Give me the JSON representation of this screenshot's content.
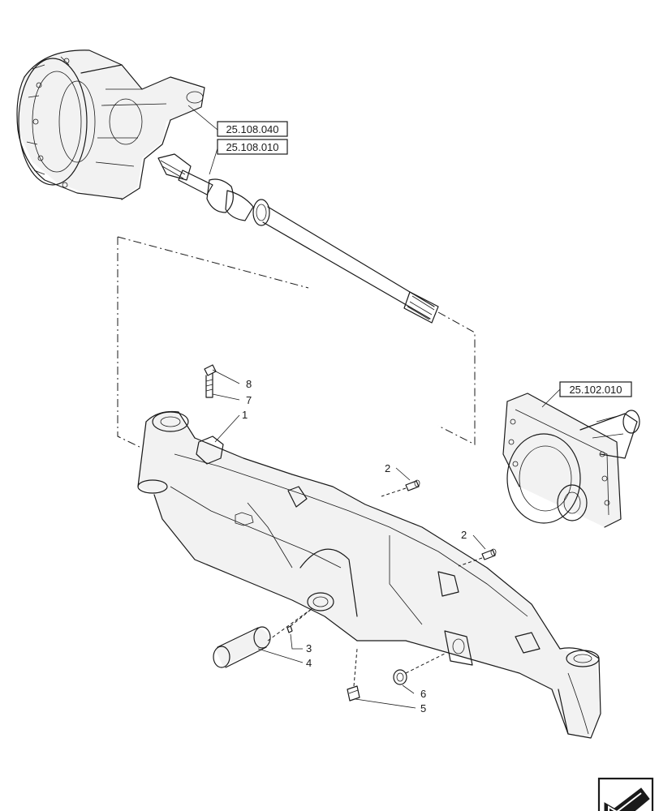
{
  "references": {
    "steering_knuckle": "25.108.040",
    "drive_shaft": "25.108.010",
    "differential": "25.102.010"
  },
  "callouts": {
    "c1": "1",
    "c2a": "2",
    "c2b": "2",
    "c3": "3",
    "c4": "4",
    "c5": "5",
    "c6": "6",
    "c7": "7",
    "c8": "8"
  },
  "icons": {
    "navigation": "next-page-arrow-icon"
  }
}
